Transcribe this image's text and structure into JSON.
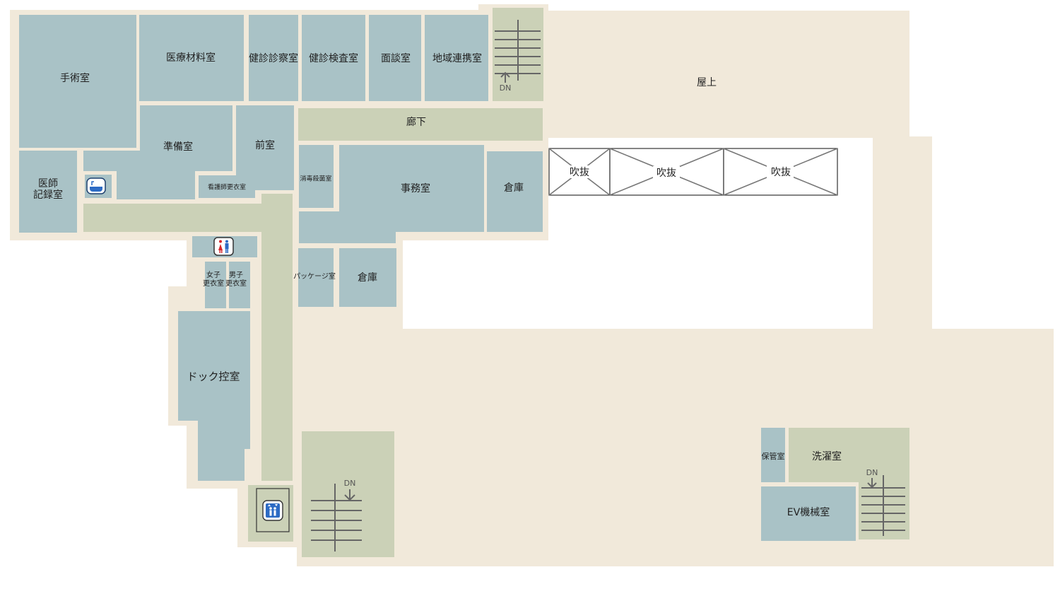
{
  "colors": {
    "floor": "#f1e9da",
    "room": "#a9c2c6",
    "corridor": "#cbd1b7",
    "void_border": "#333333",
    "stair_line": "#666666"
  },
  "rooms": {
    "surgery": "手術室",
    "medical_materials": "医療材料室",
    "checkup_exam": "健診診察室",
    "checkup_test": "健診検査室",
    "interview": "面談室",
    "community_liaison": "地域連携室",
    "rooftop": "屋上",
    "preparation": "準備室",
    "anteroom": "前室",
    "corridor": "廊下",
    "doctor_records_1": "医師",
    "doctor_records_2": "記録室",
    "nurse_locker": "看護師更衣室",
    "sterilization": "消毒殺菌室",
    "office": "事務室",
    "storage_1": "倉庫",
    "void_1": "吹抜",
    "void_2": "吹抜",
    "void_3": "吹抜",
    "women_locker_1": "女子",
    "women_locker_2": "更衣室",
    "men_locker_1": "男子",
    "men_locker_2": "更衣室",
    "package": "パッケージ室",
    "storage_2": "倉庫",
    "dock_waiting": "ドック控室",
    "safekeeping": "保管室",
    "laundry": "洗濯室",
    "ev_machine": "EV機械室"
  },
  "stairs": {
    "top_label": "DN",
    "bottom_label": "DN",
    "right_label": "DN"
  },
  "icons": {
    "bath": "bathtub-icon",
    "restroom": "restroom-icon",
    "elevator": "elevator-icon"
  }
}
